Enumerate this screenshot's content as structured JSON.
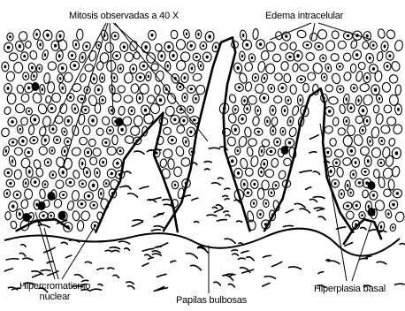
{
  "labels": {
    "mitosis": "Mitosis observadas a 40 X",
    "edema": "Edema intracelular",
    "hipercromatismo_line1": "Hipercromatismo",
    "hipercromatismo_line2": "nuclear",
    "papilas": "Papilas bulbosas",
    "hiperplasia": "Hiperplasia basal"
  },
  "colors": {
    "ink": "#000000",
    "paper": "#ffffff"
  }
}
